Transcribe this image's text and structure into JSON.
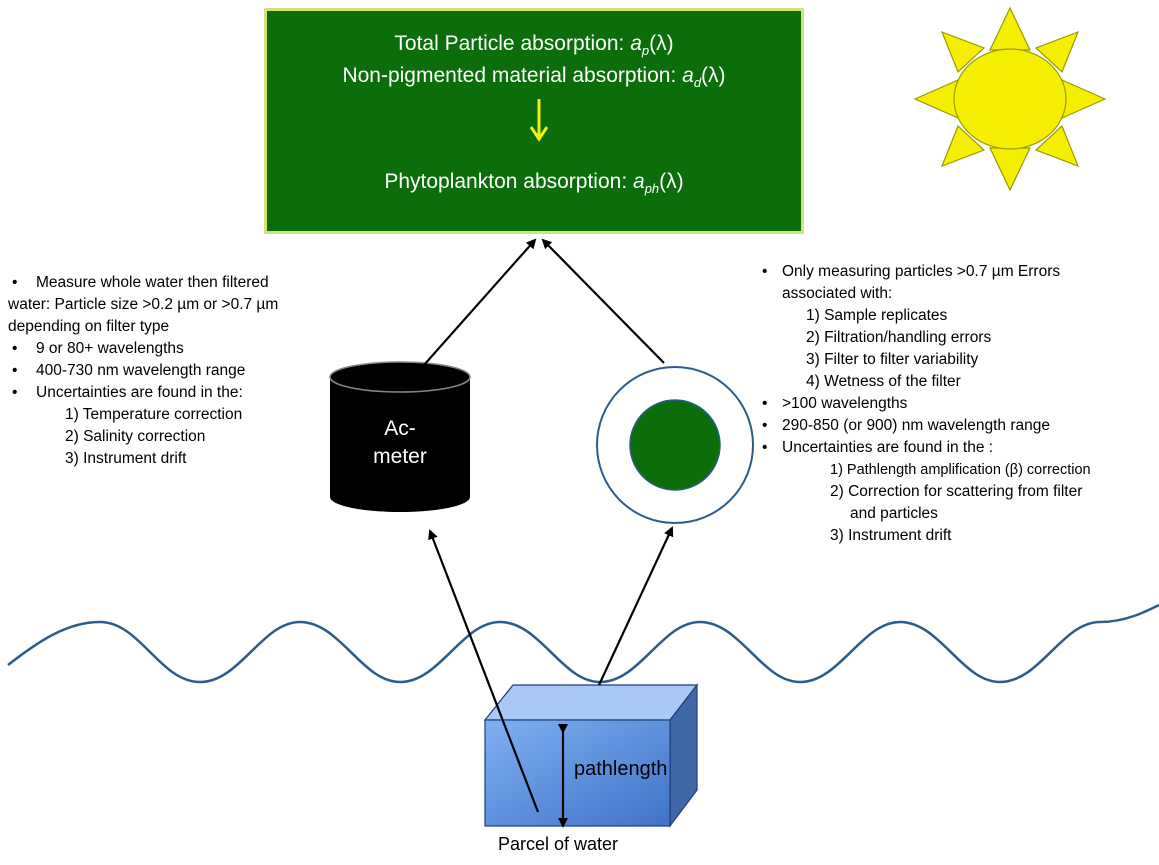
{
  "green_box": {
    "line1_text": "Total Particle absorption: ",
    "line1_symbol": "a",
    "line1_sub": "p",
    "line1_tail": "(λ)",
    "line2_text": "Non-pigmented material absorption: ",
    "line2_symbol": "a",
    "line2_sub": "d",
    "line2_tail": "(λ)",
    "line3_text": "Phytoplankton absorption: ",
    "line3_symbol": "a",
    "line3_sub": "ph",
    "line3_tail": "(λ)"
  },
  "left_notes": {
    "bullet": "•",
    "items": [
      "Measure whole water then filtered",
      "water: Particle size >0.2 µm or >0.7 µm",
      "depending on filter type",
      "9 or 80+ wavelengths",
      "400-730 nm wavelength range",
      "Uncertainties are found in the:",
      "1) Temperature correction",
      "2) Salinity correction",
      "3) Instrument drift"
    ]
  },
  "right_notes": {
    "bullet": "•",
    "items": [
      "Only measuring particles >0.7 µm Errors",
      "associated with:",
      "1) Sample replicates",
      "2) Filtration/handling errors",
      "3) Filter to filter variability",
      "4) Wetness of the filter",
      ">100 wavelengths",
      "290-850 (or 900) nm wavelength range",
      "Uncertainties are found in the :",
      "1) Pathlength amplification (β) correction",
      "2) Correction for scattering from filter",
      "and particles",
      "3) Instrument drift"
    ]
  },
  "ac_meter": {
    "line1": "Ac-",
    "line2": "meter"
  },
  "cube": {
    "pathlength_label": "pathlength",
    "caption": "Parcel of water"
  },
  "colors": {
    "box_green": "#0b6e0b",
    "box_border": "#d3e37a",
    "arrow_yellow": "#f5ea1a",
    "sun_yellow": "#f6ee00",
    "filter_green": "#0b6e0b",
    "wave_blue": "#2b5c8a",
    "cube_blue": "#5a8fe0"
  }
}
